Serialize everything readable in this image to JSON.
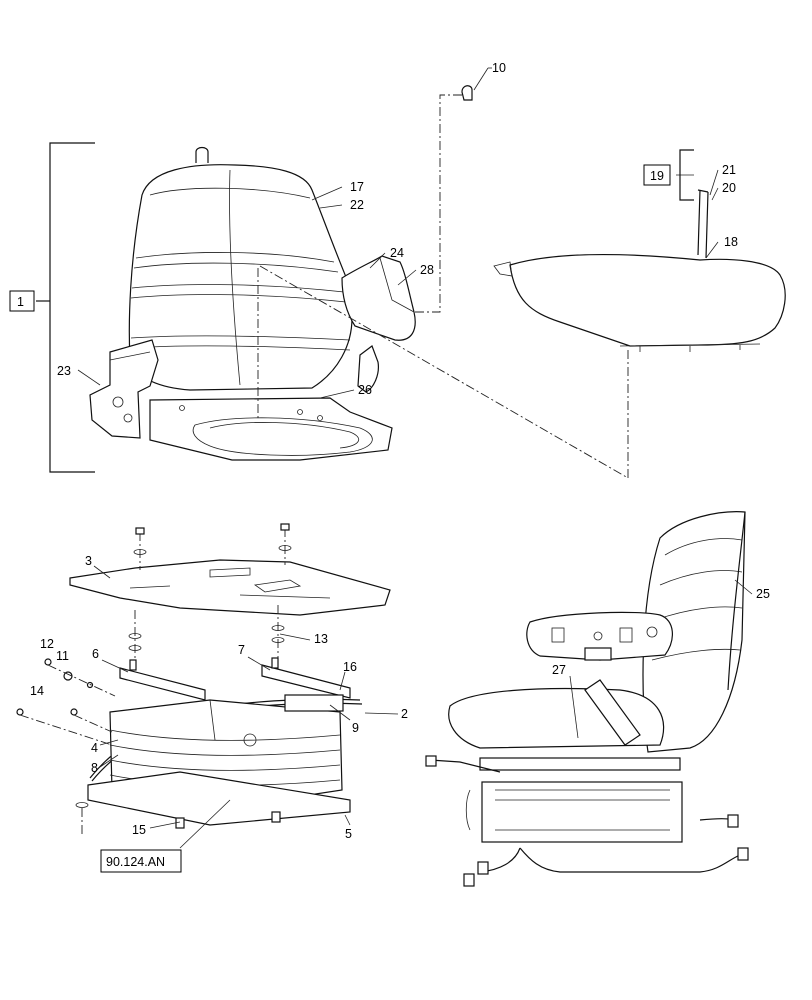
{
  "callouts": {
    "c1": "1",
    "c2": "2",
    "c3": "3",
    "c4": "4",
    "c5": "5",
    "c6": "6",
    "c7": "7",
    "c8": "8",
    "c9": "9",
    "c10": "10",
    "c11": "11",
    "c12": "12",
    "c13": "13",
    "c14": "14",
    "c15": "15",
    "c16": "16",
    "c17": "17",
    "c18": "18",
    "c19": "19",
    "c20": "20",
    "c21": "21",
    "c22": "22",
    "c23": "23",
    "c24": "24",
    "c25": "25",
    "c26": "26",
    "c27": "27",
    "c28": "28"
  },
  "reference": "90.124.AN"
}
